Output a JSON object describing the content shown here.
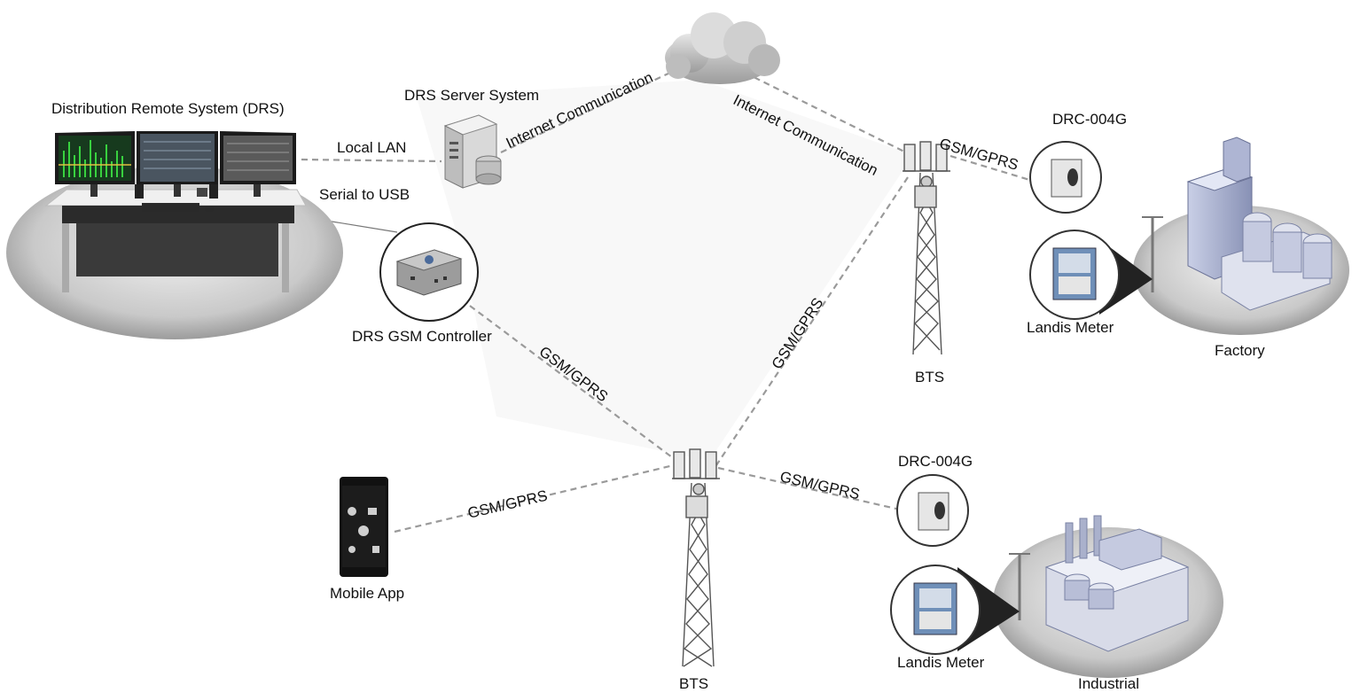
{
  "labels": {
    "drs": "Distribution Remote System (DRS)",
    "drs_server": "DRS Server System",
    "local_lan": "Local LAN",
    "serial_usb": "Serial to USB",
    "gsm_controller": "DRS GSM Controller",
    "mobile_app": "Mobile App",
    "bts_top": "BTS",
    "bts_bottom": "BTS",
    "drc_top": "DRC-004G",
    "drc_bottom": "DRC-004G",
    "landis_top": "Landis Meter",
    "landis_bottom": "Landis Meter",
    "factory": "Factory",
    "industrial": "Industrial"
  },
  "links": {
    "internet_left": "Internet Communication",
    "internet_right": "Internet Communication",
    "gsm_bts_drc_top": "GSM/GPRS",
    "gsm_controller_bts": "GSM/GPRS",
    "gsm_bts_bts": "GSM/GPRS",
    "gsm_mobile_bts": "GSM/GPRS",
    "gsm_bts_drc_bottom": "GSM/GPRS"
  },
  "colors": {
    "link_line": "#9a9a9a",
    "pedestal": "#8f8f8f",
    "building": "#9aa3c4",
    "cloud": "#c8c8c8"
  }
}
